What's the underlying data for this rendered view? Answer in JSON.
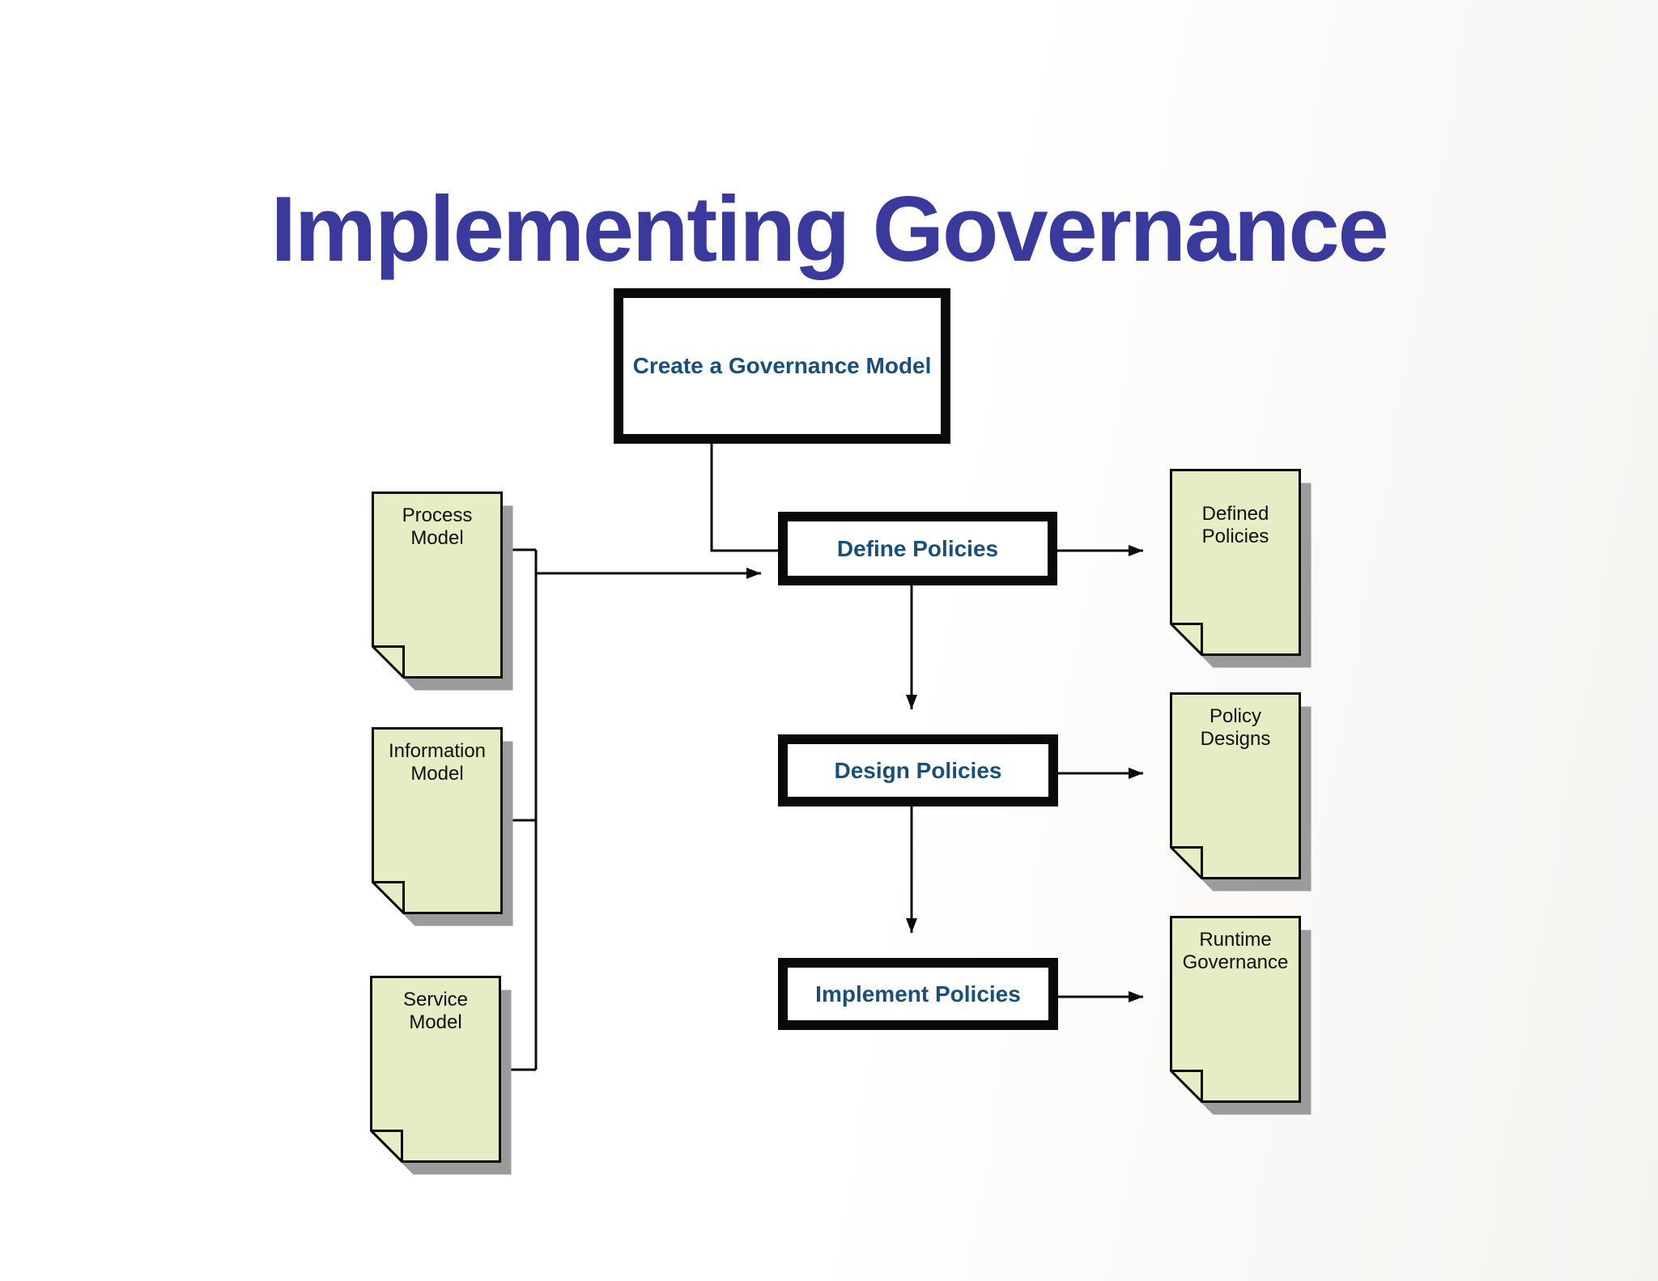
{
  "title": "Implementing Governance",
  "colors": {
    "title_text": "#3A3A9D",
    "box_label_text": "#1B4F76",
    "box_border": "#0a0a0a",
    "document_fill": "#E4EDC4",
    "document_shadow": "#9B9B9B",
    "connector": "#0a0a0a",
    "background": "#ffffff"
  },
  "flow_boxes": [
    {
      "label": "Create a Governance Model"
    },
    {
      "label": "Define Policies"
    },
    {
      "label": "Design Policies"
    },
    {
      "label": "Implement Policies"
    }
  ],
  "input_documents": [
    {
      "label": "Process\nModel"
    },
    {
      "label": "Information\nModel"
    },
    {
      "label": "Service\nModel"
    }
  ],
  "output_documents": [
    {
      "label": "Defined\nPolicies"
    },
    {
      "label": "Policy\nDesigns"
    },
    {
      "label": "Runtime\nGovernance"
    }
  ]
}
